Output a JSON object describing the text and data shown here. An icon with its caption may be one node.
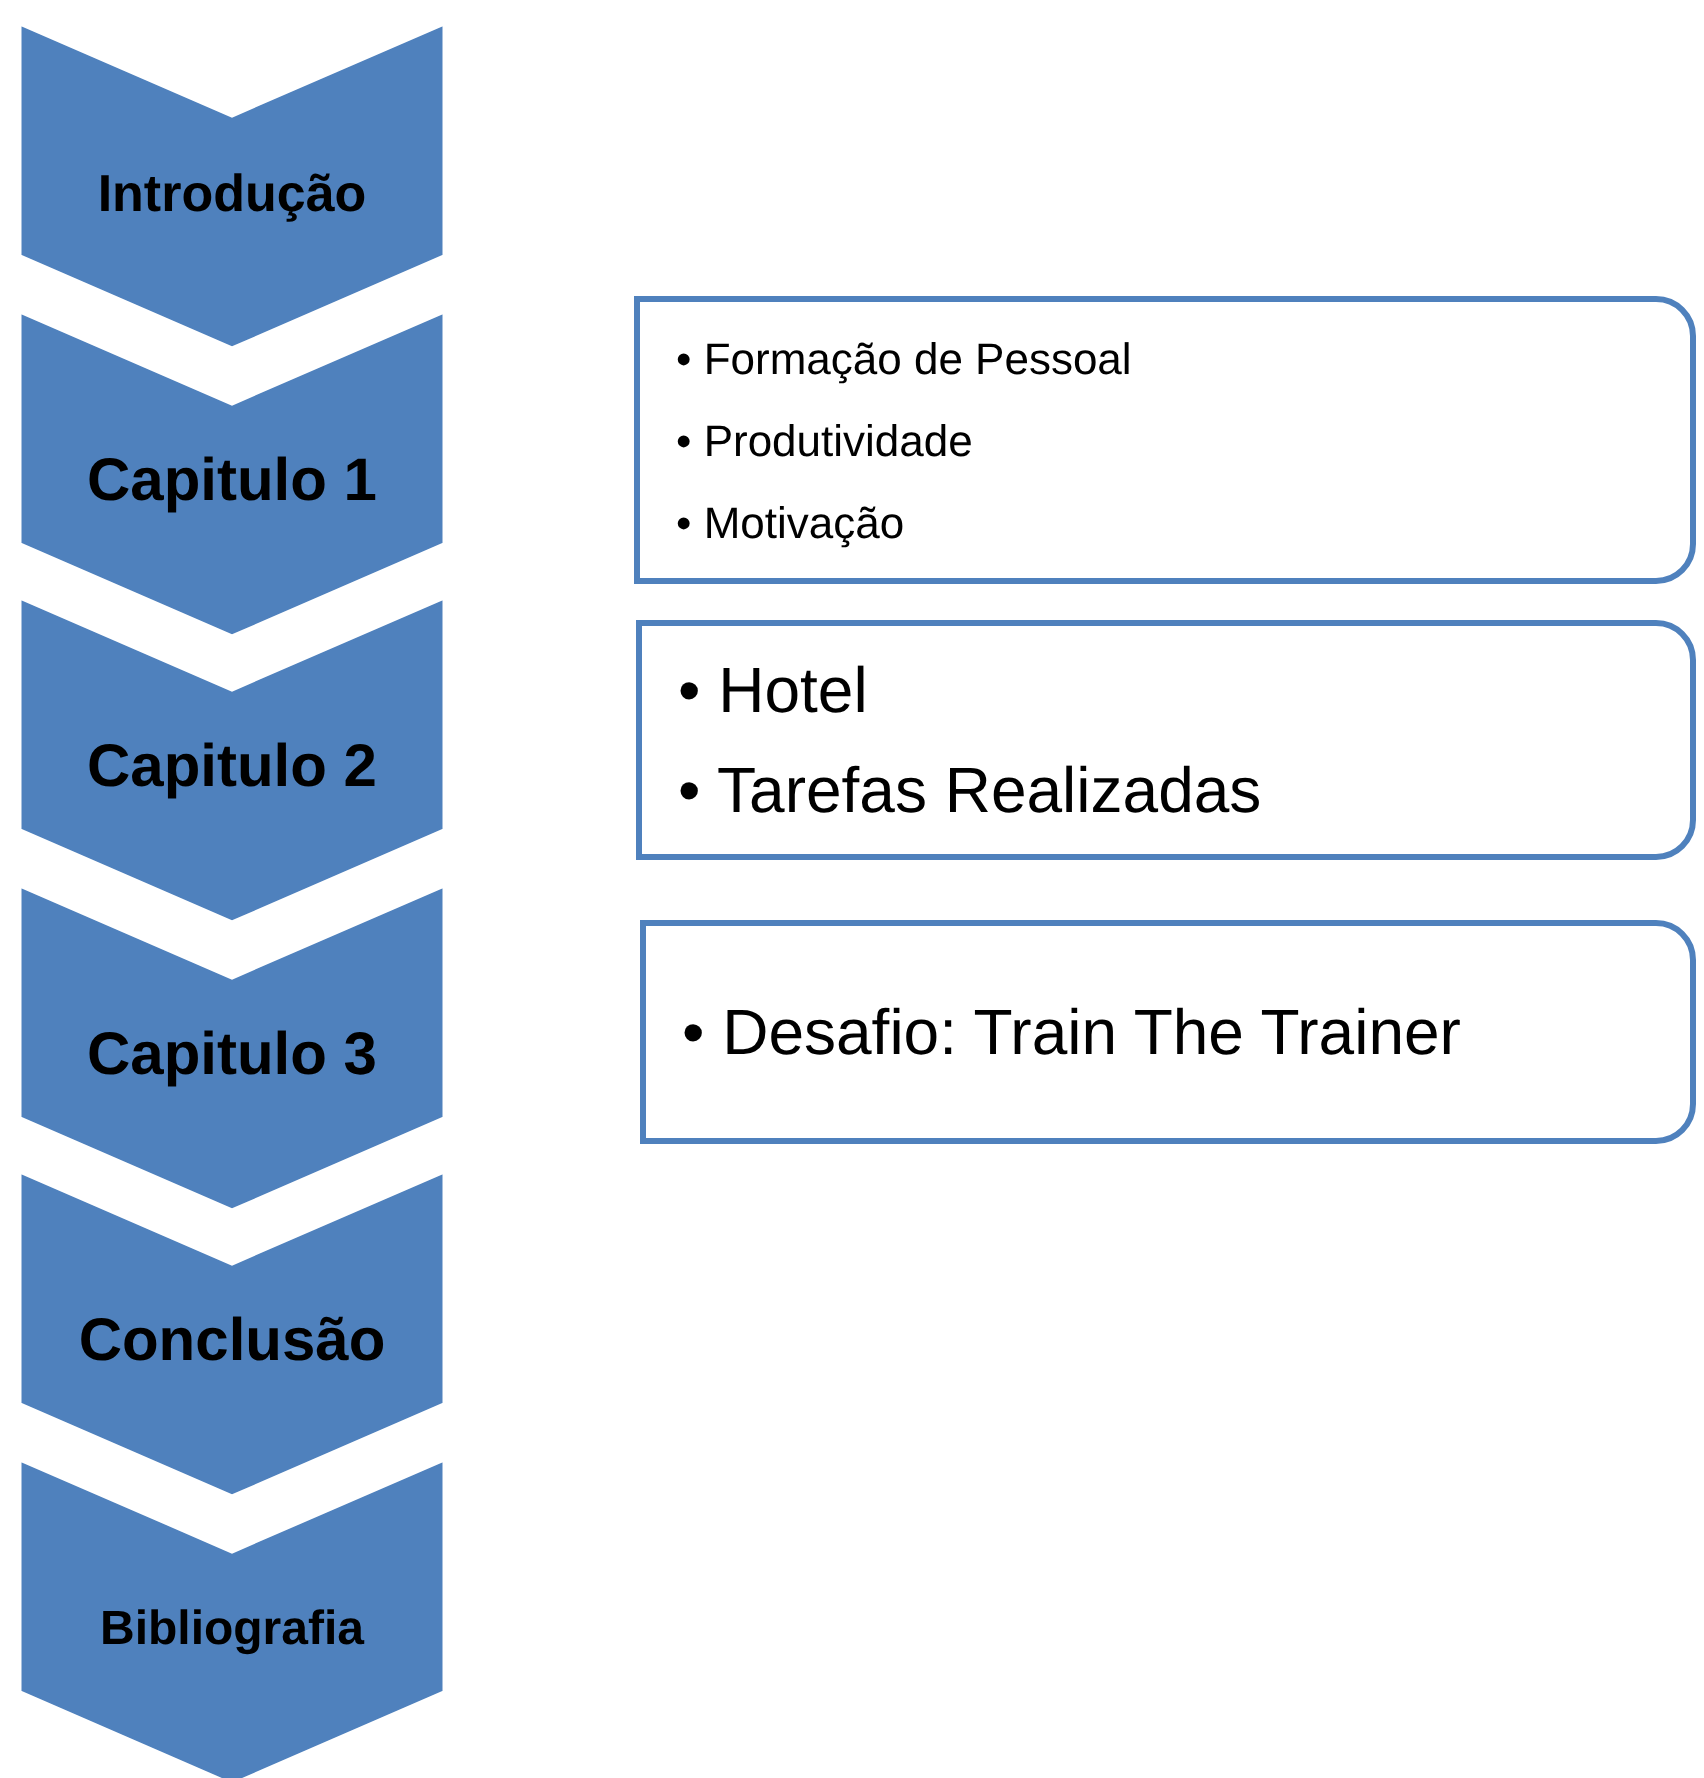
{
  "diagram": {
    "nodes": [
      {
        "text": [
          "Introdução"
        ]
      },
      {
        "text": [
          "Capitulo 1"
        ]
      },
      {
        "text": [
          "Capitulo 2"
        ]
      },
      {
        "text": [
          "Capitulo 3"
        ]
      },
      {
        "text": [
          "Conclusão"
        ]
      },
      {
        "text": [
          "Bibliografia"
        ]
      },
      {
        "text": [
          "• Formação de Pessoal",
          "• Produtividade",
          "• Motivação"
        ]
      },
      {
        "text": [
          "• Hotel",
          "• Tarefas Realizadas"
        ]
      },
      {
        "text": [
          "• Desafio: Train The Trainer"
        ]
      }
    ]
  }
}
